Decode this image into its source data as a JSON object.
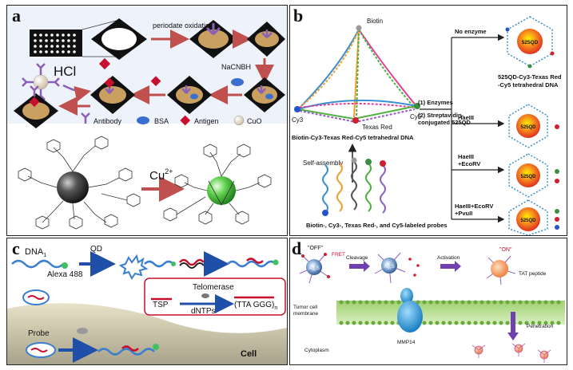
{
  "panels": {
    "a": {
      "label": "a",
      "steps": [
        "periodate oxidation",
        "NaCNBH",
        "HCl"
      ],
      "legend": [
        {
          "label": "Antibody",
          "icon": "antibody-icon",
          "color": "#8a5fb8"
        },
        {
          "label": "BSA",
          "icon": "bsa-icon",
          "color": "#3a6fd0"
        },
        {
          "label": "Antigen",
          "icon": "antigen-icon",
          "color": "#c8102e"
        },
        {
          "label": "CuO",
          "icon": "cuo-icon",
          "color": "#e8dcc8"
        }
      ],
      "ion": "Cu",
      "ion_charge": "2+"
    },
    "b": {
      "label": "b",
      "biotin": "Biotin",
      "cy3": "Cy3",
      "cy5": "Cy5",
      "texas_red": "Texas Red",
      "tetra_label": "Biotin-Cy3-Texas Red-Cy5 tetrahedral DNA",
      "self_assembly": "Self-assembly",
      "probes_label": "Biotin-, Cy3-, Texas Red-, and Cy5-labeled probes",
      "step1": "(1) Enzymes",
      "step2": "(2) Streptavidin-",
      "step2b": "conjugated 525QD",
      "branches": [
        "No enzyme",
        "HaeIII",
        "HaeIII",
        "+EcoRV",
        "HaeIII+EcoRV",
        "+PvuII"
      ],
      "qd": "525QD",
      "qd_label1": "525QD-Cy3-Texas Red",
      "qd_label2": "-Cy5 tetrahedral DNA"
    },
    "c": {
      "label": "c",
      "dna": "DNA",
      "dna_sub": "1",
      "qd": "QD",
      "alexa": "Alexa 488",
      "telomerase": "Telomerase",
      "tsp": "TSP",
      "dntps": "dNTPs",
      "repeat": "(TTA GGG)",
      "repeat_sub": "n",
      "probe": "Probe",
      "cell": "Cell"
    },
    "d": {
      "label": "d",
      "off": "\"OFF\"",
      "on": "\"ON\"",
      "fret": "FRET",
      "cleavage": "Cleavage",
      "activation": "Activation",
      "qd": "Ag",
      "qd_sub": "2",
      "qd_s": "S",
      "tat": "TAT peptide",
      "membrane1": "Tumor cell",
      "membrane2": "membrane",
      "penetration": "Penetration",
      "cytoplasm": "Cytoplasm",
      "mmp": "MMP14"
    }
  }
}
